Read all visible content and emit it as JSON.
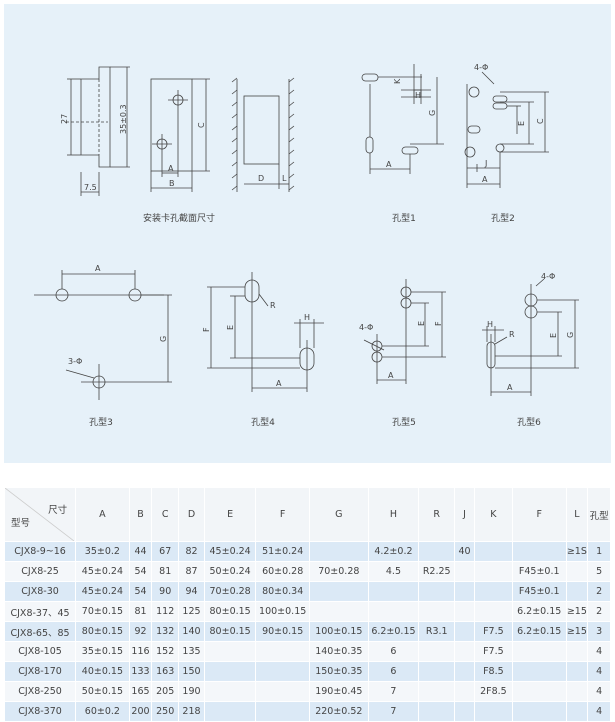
{
  "captions": {
    "mount": "安装卡孔截面尺寸",
    "t1": "孔型1",
    "t2": "孔型2",
    "t3": "孔型3",
    "t4": "孔型4",
    "t5": "孔型5",
    "t6": "孔型6"
  },
  "labels": {
    "d27": "27",
    "d35": "35±0.3",
    "d75": "7.5",
    "A": "A",
    "B": "B",
    "C": "C",
    "D": "D",
    "L": "L",
    "K": "K",
    "H": "H",
    "G": "G",
    "E": "E",
    "F": "F",
    "J": "J",
    "R": "R",
    "phi4": "4-Φ",
    "phi3": "3-Φ"
  },
  "table": {
    "corner_top": "尺寸",
    "corner_bottom": "型号",
    "headers": [
      "A",
      "B",
      "C",
      "D",
      "E",
      "F",
      "G",
      "H",
      "R",
      "J",
      "K",
      "F",
      "L",
      "孔型"
    ],
    "rows": [
      [
        "CJX8-9~16",
        "35±0.2",
        "44",
        "67",
        "82",
        "45±0.24",
        "51±0.24",
        "",
        "4.2±0.2",
        "",
        "40",
        "",
        "",
        "≥1S",
        "1"
      ],
      [
        "CJX8-25",
        "45±0.24",
        "54",
        "81",
        "87",
        "50±0.24",
        "60±0.28",
        "70±0.28",
        "4.5",
        "R2.25",
        "",
        "",
        "F45±0.1",
        "",
        "5"
      ],
      [
        "CJX8-30",
        "45±0.24",
        "54",
        "90",
        "94",
        "70±0.28",
        "80±0.34",
        "",
        "",
        "",
        "",
        "",
        "F45±0.1",
        "",
        "2"
      ],
      [
        "CJX8-37、45",
        "70±0.15",
        "81",
        "112",
        "125",
        "80±0.15",
        "100±0.15",
        "",
        "",
        "",
        "",
        "",
        "6.2±0.15",
        "≥15",
        "2"
      ],
      [
        "CJX8-65、85",
        "80±0.15",
        "92",
        "132",
        "140",
        "80±0.15",
        "90±0.15",
        "100±0.15",
        "6.2±0.15",
        "R3.1",
        "",
        "F7.5",
        "6.2±0.15",
        "≥15",
        "3"
      ],
      [
        "CJX8-105",
        "35±0.15",
        "116",
        "152",
        "135",
        "",
        "",
        "140±0.35",
        "6",
        "",
        "",
        "F7.5",
        "",
        "",
        "4"
      ],
      [
        "CJX8-170",
        "40±0.15",
        "133",
        "163",
        "150",
        "",
        "",
        "150±0.35",
        "6",
        "",
        "",
        "F8.5",
        "",
        "",
        "4"
      ],
      [
        "CJX8-250",
        "50±0.15",
        "165",
        "205",
        "190",
        "",
        "",
        "190±0.45",
        "7",
        "",
        "",
        "2F8.5",
        "",
        "",
        "4"
      ],
      [
        "CJX8-370",
        "60±0.2",
        "200",
        "250",
        "218",
        "",
        "",
        "220±0.52",
        "7",
        "",
        "",
        "",
        "",
        "",
        "4"
      ]
    ]
  }
}
